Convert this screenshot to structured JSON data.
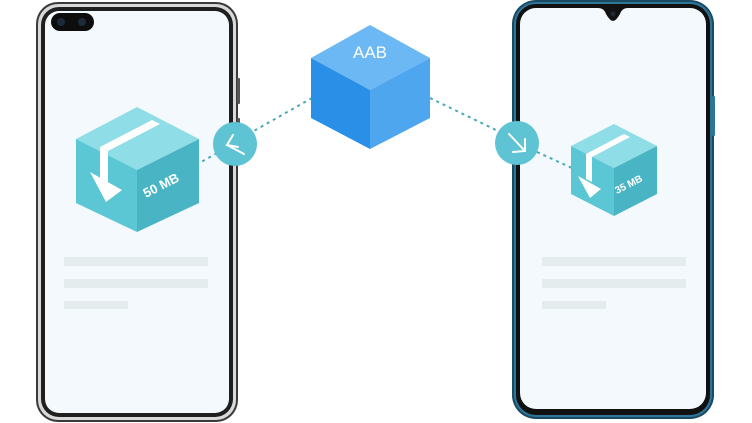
{
  "center_package": {
    "label": "AAB"
  },
  "left_phone": {
    "package_size": "50 MB"
  },
  "right_phone": {
    "package_size": "35 MB"
  },
  "colors": {
    "connector": "#4aa9b8",
    "aab_cube_top": "#6bb8f5",
    "aab_cube_left": "#2a8fe6",
    "aab_cube_right": "#4ea6ef",
    "package_top": "#8fdde6",
    "package_left": "#5bc6d4",
    "package_right": "#49b5c4",
    "arrow_circle": "#5ec3d3",
    "screen": "#f4f9fd",
    "placeholder_line": "#e4ecee"
  },
  "icons": {
    "left_arrow": "arrow-down-left-icon",
    "right_arrow": "arrow-down-right-icon",
    "package_arrow": "download-arrow-icon"
  }
}
